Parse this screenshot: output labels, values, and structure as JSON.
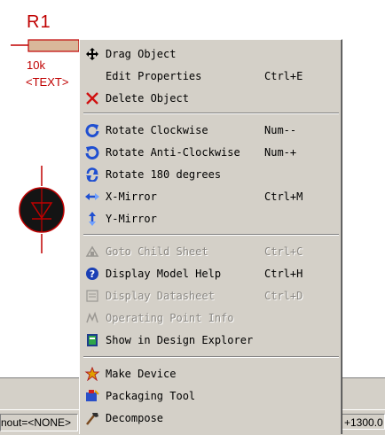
{
  "schematic": {
    "ref": "R1",
    "value": "10k",
    "text_placeholder": "<TEXT>"
  },
  "menu": {
    "groups": [
      [
        {
          "label": "Drag Object",
          "shortcut": "",
          "icon": "move-cross-icon",
          "enabled": true
        },
        {
          "label": "Edit Properties",
          "shortcut": "Ctrl+E",
          "icon": "",
          "enabled": true
        },
        {
          "label": "Delete Object",
          "shortcut": "",
          "icon": "red-x-icon",
          "enabled": true
        }
      ],
      [
        {
          "label": "Rotate Clockwise",
          "shortcut": "Num--",
          "icon": "rotate-clockwise-icon",
          "enabled": true
        },
        {
          "label": "Rotate Anti-Clockwise",
          "shortcut": "Num-+",
          "icon": "rotate-anticlockwise-icon",
          "enabled": true
        },
        {
          "label": "Rotate 180 degrees",
          "shortcut": "",
          "icon": "rotate-180-icon",
          "enabled": true
        },
        {
          "label": "X-Mirror",
          "shortcut": "Ctrl+M",
          "icon": "x-mirror-icon",
          "enabled": true
        },
        {
          "label": "Y-Mirror",
          "shortcut": "",
          "icon": "y-mirror-icon",
          "enabled": true
        }
      ],
      [
        {
          "label": "Goto Child Sheet",
          "shortcut": "Ctrl+C",
          "icon": "child-sheet-icon",
          "enabled": false
        },
        {
          "label": "Display Model Help",
          "shortcut": "Ctrl+H",
          "icon": "help-icon",
          "enabled": true
        },
        {
          "label": "Display Datasheet",
          "shortcut": "Ctrl+D",
          "icon": "datasheet-icon",
          "enabled": false
        },
        {
          "label": "Operating Point Info",
          "shortcut": "",
          "icon": "operating-point-icon",
          "enabled": false
        },
        {
          "label": "Show in Design Explorer",
          "shortcut": "",
          "icon": "design-explorer-icon",
          "enabled": true
        }
      ],
      [
        {
          "label": "Make Device",
          "shortcut": "",
          "icon": "make-device-icon",
          "enabled": true
        },
        {
          "label": "Packaging Tool",
          "shortcut": "",
          "icon": "packaging-tool-icon",
          "enabled": true
        },
        {
          "label": "Decompose",
          "shortcut": "",
          "icon": "decompose-hammer-icon",
          "enabled": true
        }
      ]
    ]
  },
  "status": {
    "left": "nout=<NONE>",
    "right": "+1300.0"
  },
  "colors": {
    "component": "#c00000",
    "menu_bg": "#d4d0c8",
    "accent_blue": "#1f4fd1"
  }
}
